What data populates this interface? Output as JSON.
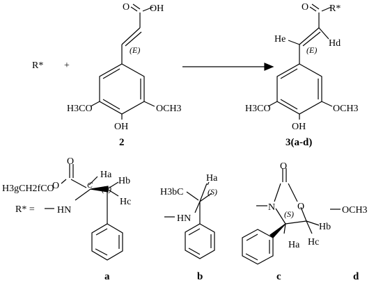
{
  "scheme": {
    "reagent_label": "R*",
    "plus_sign": "+",
    "compound_2": {
      "carboxyl": "O",
      "hydroxyl": "OH",
      "stereo": "(E)",
      "methoxy_left": "H3CO",
      "methoxy_right": "OCH3",
      "phenol": "OH",
      "label": "2"
    },
    "compound_3": {
      "carbonyl": "O",
      "rstar": "R*",
      "he": "He",
      "hd": "Hd",
      "stereo": "(E)",
      "methoxy_left": "H3CO",
      "methoxy_right": "OCH3",
      "phenol": "OH",
      "label": "3(a-d)"
    },
    "substituents": {
      "rstar_equals": "R* =",
      "a": {
        "carbonyl_o": "O",
        "ester_o": "O",
        "ester_group": "H3gCH2fCO",
        "nh": "HN",
        "c": "C",
        "ha": "Ha",
        "stereo": "(S)",
        "hb": "Hb",
        "hc": "Hc",
        "label": "a"
      },
      "b": {
        "h3bc": "H3bC",
        "ha": "Ha",
        "stereo": "(S)",
        "nh": "HN",
        "label": "b"
      },
      "c": {
        "carbonyl_o": "O",
        "n": "N",
        "ring_o": "O",
        "stereo": "(S)",
        "hb": "Hb",
        "ha": "Ha",
        "hc": "Hc",
        "label": "c"
      },
      "d": {
        "och3": "OCH3",
        "label": "d"
      }
    }
  }
}
